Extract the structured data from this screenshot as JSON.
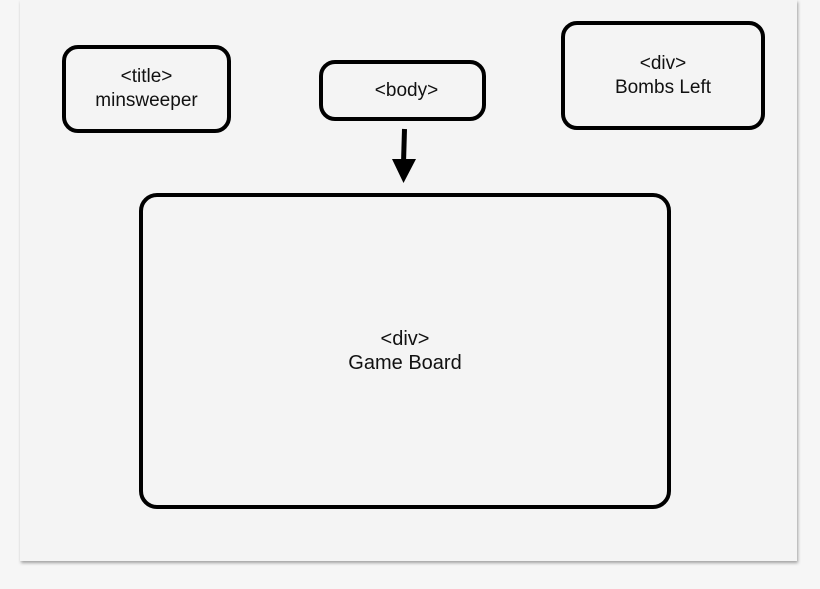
{
  "nodes": {
    "title": {
      "tag": "<title>",
      "label": "minsweeper"
    },
    "body": {
      "tag": "<body>"
    },
    "bombs": {
      "tag": "<div>",
      "label": "Bombs Left"
    },
    "board": {
      "tag": "<div>",
      "label": "Game Board"
    }
  },
  "edges": [
    {
      "from": "body",
      "to": "board"
    }
  ]
}
